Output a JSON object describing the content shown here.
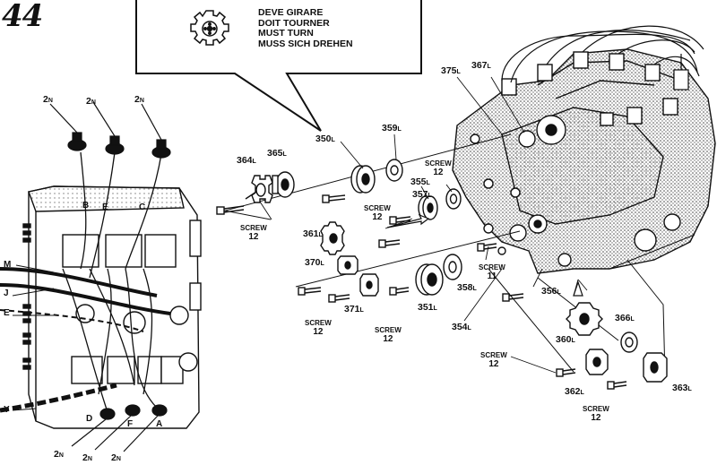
{
  "step_number": "44",
  "note_lines": [
    "DEVE GIRARE",
    "DOIT TOURNER",
    "MUST TURN",
    "MUSS SICH DREHEN"
  ],
  "parts": {
    "p375": {
      "num": "375",
      "suf": "L"
    },
    "p367": {
      "num": "367",
      "suf": "L"
    },
    "p364": {
      "num": "364",
      "suf": "L"
    },
    "p365": {
      "num": "365",
      "suf": "L"
    },
    "p350": {
      "num": "350",
      "suf": "L"
    },
    "p359": {
      "num": "359",
      "suf": "L"
    },
    "p357": {
      "num": "357",
      "suf": "L"
    },
    "p355": {
      "num": "355",
      "suf": "L"
    },
    "p361": {
      "num": "361",
      "suf": "L"
    },
    "p370": {
      "num": "370",
      "suf": "L"
    },
    "p371": {
      "num": "371",
      "suf": "L"
    },
    "p351": {
      "num": "351",
      "suf": "L"
    },
    "p358": {
      "num": "358",
      "suf": "L"
    },
    "p356": {
      "num": "356",
      "suf": "L"
    },
    "p354": {
      "num": "354",
      "suf": "L"
    },
    "p360": {
      "num": "360",
      "suf": "L"
    },
    "p366": {
      "num": "366",
      "suf": "L"
    },
    "p362": {
      "num": "362",
      "suf": "L"
    },
    "p363": {
      "num": "363",
      "suf": "L"
    }
  },
  "screw_word": "SCREW",
  "screws": {
    "s1": "12",
    "s2": "12",
    "s3": "12",
    "s4": "11",
    "s5": "12",
    "s6": "12",
    "s7": "12",
    "s8": "12"
  },
  "cables": {
    "t1": {
      "num": "2",
      "suf": "N"
    },
    "t2": {
      "num": "2",
      "suf": "N"
    },
    "t3": {
      "num": "2",
      "suf": "N"
    },
    "b1": {
      "num": "2",
      "suf": "N"
    },
    "b2": {
      "num": "2",
      "suf": "N"
    },
    "b3": {
      "num": "2",
      "suf": "N"
    }
  },
  "letters": {
    "B": "B",
    "E": "E",
    "C": "C",
    "M": "M",
    "J": "J",
    "E2": "E",
    "Y": "Y",
    "D": "D",
    "F": "F",
    "A": "A"
  }
}
